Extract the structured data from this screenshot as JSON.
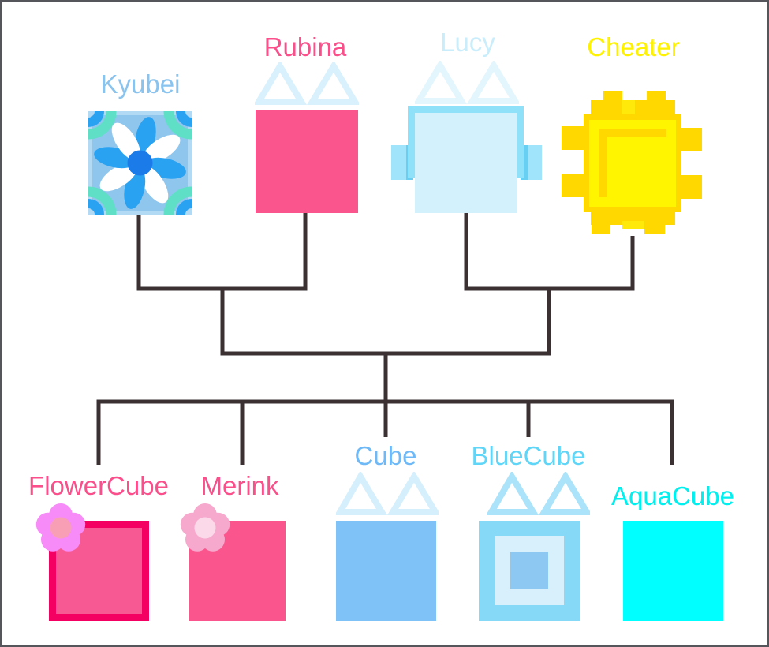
{
  "diagram": {
    "type": "family-tree",
    "background": "#ffffff",
    "border_color": "#55565c",
    "line_color": "#3b3133"
  },
  "parents": [
    {
      "name": "Kyubei",
      "name_color": "#8ac4ee",
      "appearance": "light blue tile with blue and white flower, teal corner arcs"
    },
    {
      "name": "Rubina",
      "name_color": "#fb4f8b",
      "appearance": "pink square with two pale blue triangle ears"
    },
    {
      "name": "Lucy",
      "name_color": "#c9edfb",
      "appearance": "pale blue square with headphone band, side ears and pale triangle ears"
    },
    {
      "name": "Cheater",
      "name_color": "#fff200",
      "appearance": "pixelated golden sun square with bright yellow center"
    }
  ],
  "children": [
    {
      "name": "FlowerCube",
      "name_color": "#fb4f8b",
      "appearance": "pink square with crimson border and violet-pink flower"
    },
    {
      "name": "Merink",
      "name_color": "#fb4f8b",
      "appearance": "pink square with light pink flower"
    },
    {
      "name": "Cube",
      "name_color": "#6fb9f7",
      "appearance": "medium blue square with pale triangle ears"
    },
    {
      "name": "BlueCube",
      "name_color": "#5fd5f7",
      "appearance": "nested blue squares with pale triangle ears"
    },
    {
      "name": "AquaCube",
      "name_color": "#00efef",
      "appearance": "pure cyan square"
    }
  ],
  "tree": {
    "couple_left": [
      "Kyubei",
      "Rubina"
    ],
    "couple_right": [
      "Lucy",
      "Cheater"
    ],
    "children_of_union": [
      "FlowerCube",
      "Merink",
      "Cube",
      "BlueCube",
      "AquaCube"
    ]
  },
  "palette": {
    "pink_square": "#fa558c",
    "flowercube_border": "#f40063",
    "kyubei_tile": "#8fc6ee",
    "kyubei_petal_blue": "#2aa2f2",
    "kyubei_center_blue": "#1b7be8",
    "kyubei_corner_mint": "#5fdfc5",
    "lucy_face": "#d3f1fc",
    "lucy_band": "#8fe0f9",
    "lucy_ear": "#9fe4fa",
    "cheater_gold": "#ffd800",
    "cheater_bright": "#fff500",
    "cube_blue": "#7fc2f7",
    "bluecube_outer": "#87daf7",
    "bluecube_mid": "#d7f0fc",
    "bluecube_inner": "#8cc8f2",
    "aqua": "#00ffff"
  }
}
